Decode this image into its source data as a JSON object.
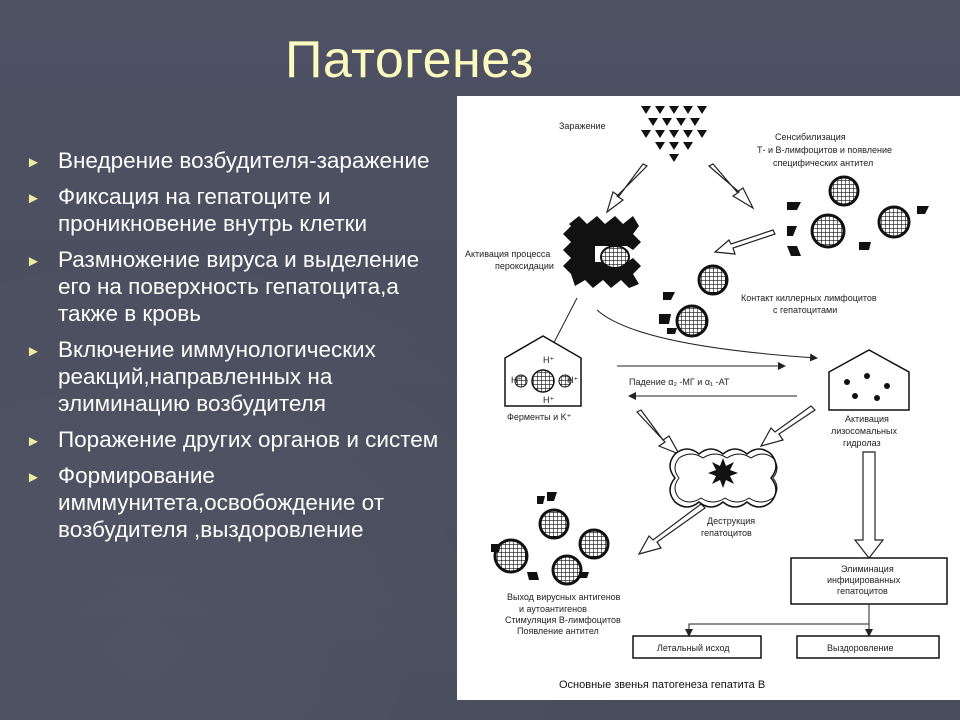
{
  "title": "Патогенез",
  "bullets": [
    "Внедрение возбудителя-заражение",
    "Фиксация на гепатоците и проникновение внутрь клетки",
    "Размножение вируса и выделение его на поверхность гепатоцита,а также в кровь",
    "Включение иммунологических реакций,направленных на элиминацию возбудителя",
    "Поражение других органов и систем",
    "Формирование имммунитета,освобождение от возбудителя ,выздоровление"
  ],
  "diagram": {
    "infection": "Заражение",
    "sensitization": [
      "Сенсибилизация",
      "Т- и В-лимфоцитов и появление",
      "специфических антител"
    ],
    "peroxidation": [
      "Активация процесса",
      "пероксидации"
    ],
    "killer_contact": [
      "Контакт киллерных лимфоцитов",
      "с гепатоцитами"
    ],
    "h_plus": "H⁺",
    "enzymes": "Ферменты и K⁺",
    "decrease": "Падение α₂ -МГ и α₁ -АТ",
    "lysosomal": [
      "Активация",
      "лизосомальных",
      "гидролаз"
    ],
    "destruction": [
      "Деструкция",
      "гепатоцитов"
    ],
    "release": [
      "Выход вирусных антигенов",
      "и аутоантигенов",
      "Стимуляция В-лимфоцитов",
      "Появление антител"
    ],
    "elimination": [
      "Элиминация",
      "инфицированных",
      "гепатоцитов"
    ],
    "lethal": "Летальный исход",
    "recovery": "Выздоровление",
    "caption": "Основные звенья патогенеза гепатита В"
  }
}
